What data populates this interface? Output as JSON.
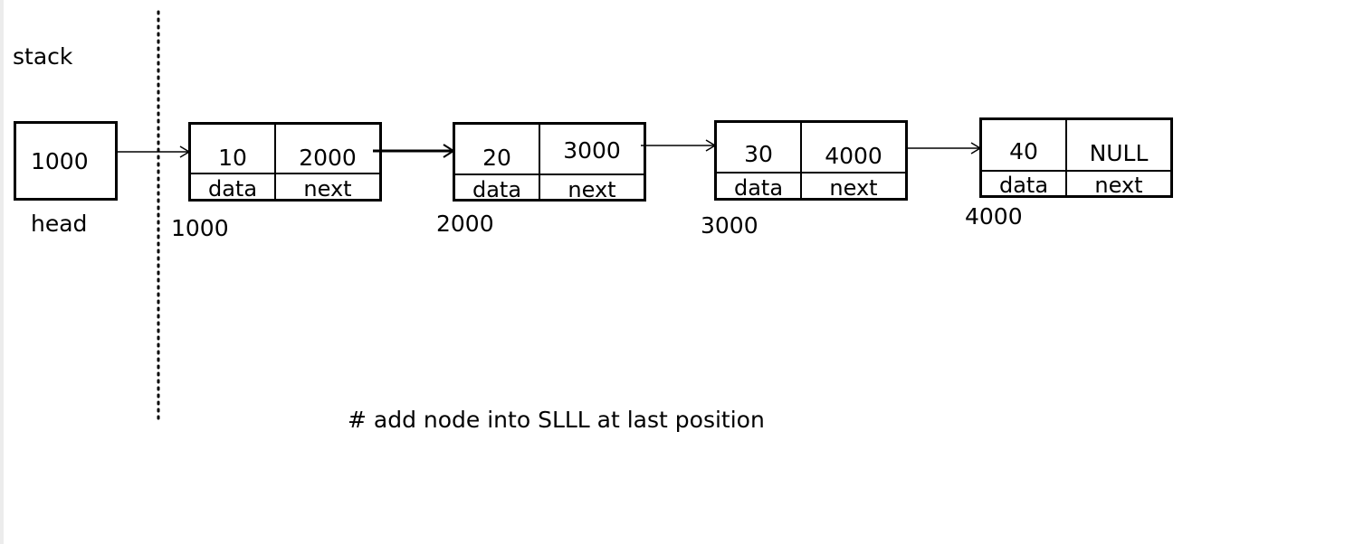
{
  "stack_label": "stack",
  "head": {
    "value": "1000",
    "label": "head"
  },
  "nodes": [
    {
      "data": "10",
      "next": "2000",
      "address": "1000",
      "data_label": "data",
      "next_label": "next"
    },
    {
      "data": "20",
      "next": "3000",
      "address": "2000",
      "data_label": "data",
      "next_label": "next"
    },
    {
      "data": "30",
      "next": "4000",
      "address": "3000",
      "data_label": "data",
      "next_label": "next"
    },
    {
      "data": "40",
      "next": "NULL",
      "address": "4000",
      "data_label": "data",
      "next_label": "next"
    }
  ],
  "caption": "# add node into SLLL at last position"
}
